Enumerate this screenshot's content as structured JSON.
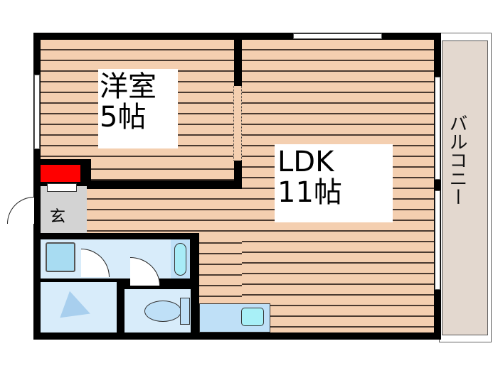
{
  "rooms": {
    "western_room": {
      "name": "洋室",
      "size": "5帖"
    },
    "ldk": {
      "name": "LDK",
      "size": "11帖"
    },
    "entrance": {
      "name": "玄"
    },
    "balcony": {
      "name": "バルコニー"
    }
  },
  "colors": {
    "floor": "#f4cfb0",
    "floor_line": "#4a3a30",
    "wall": "#000000",
    "wet_area": "#d8ecfa",
    "fixture": "#bfe0f7",
    "entrance": "#d3d3d3",
    "balcony": "#e3d8cf",
    "storage": "#ff0000"
  }
}
